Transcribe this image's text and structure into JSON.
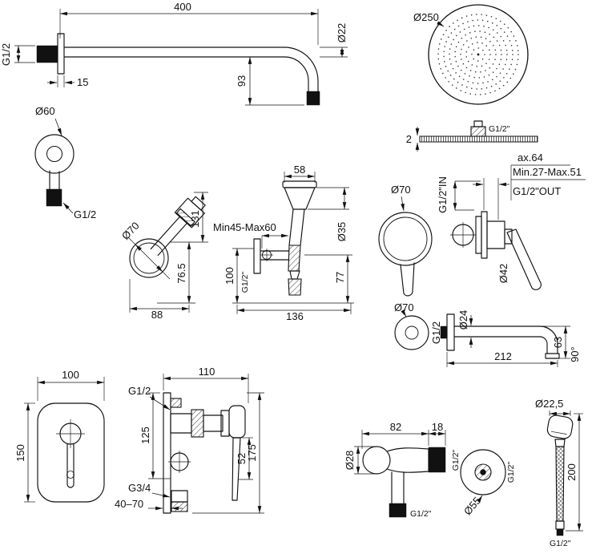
{
  "page": {
    "background": "#ffffff",
    "line_color": "#111111"
  },
  "drawing": {
    "shower_arm": {
      "length": "400",
      "tube_diameter": "Ø22",
      "thread": "G1/2",
      "flange_depth": "15",
      "drop": "93"
    },
    "shower_head": {
      "diameter": "Ø250",
      "thread": "G1/2\"",
      "thickness": "2"
    },
    "wall_elbow": {
      "diameter": "Ø60",
      "thread": "G1/2"
    },
    "shower_holder": {
      "diameter": "Ø70",
      "height_upper": "131",
      "height_lower": "76.5",
      "width": "88"
    },
    "hand_spray": {
      "head_width": "58",
      "range": "Min45-Max60",
      "head_diameter": "Ø35",
      "height": "100",
      "thread": "G1/2\"",
      "right_height": "77",
      "width": "136"
    },
    "concealed_mixer": {
      "axis": "ax.64",
      "depth_range": "Min.27-Max.51",
      "inlet": "G1/2\"IN",
      "outlet": "G1/2\"OUT",
      "flange_diameter": "Ø70",
      "body_diameter": "Ø42"
    },
    "spout": {
      "flange_diameter": "Ø70",
      "thread": "G1/2",
      "tube_diameter": "Ø24",
      "drop": "63",
      "length": "212",
      "angle": "90°"
    },
    "builtin_mixer": {
      "plate_width": "100",
      "plate_height": "150",
      "top_thread": "G1/2",
      "depth": "110",
      "height_upper": "125",
      "handle_length": "52",
      "total_height": "175",
      "bottom_thread": "G3/4",
      "install_depth": "40–70"
    },
    "outlet_holder": {
      "length": "82",
      "thread_length": "18",
      "diameter": "Ø28",
      "side_thread": "G1/2\"",
      "bottom_thread": "G1/2\"",
      "escutcheon_diameter": "Ø55",
      "escutcheon_thread": "G1/2\""
    },
    "hand_shower": {
      "diameter": "Ø22,5",
      "length": "200",
      "thread": "G1/2\""
    }
  }
}
